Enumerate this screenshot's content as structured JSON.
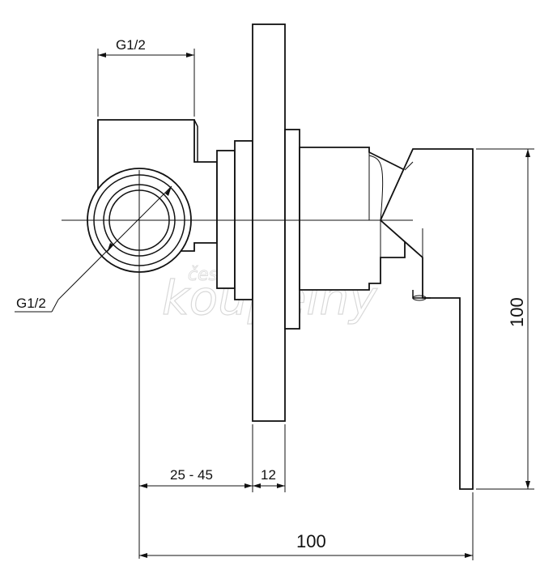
{
  "dimensions": {
    "top_inlet": "G1/2",
    "side_inlet": "G1/2",
    "wall_depth_range": "25 - 45",
    "plate_thickness": "12",
    "total_length": "100",
    "handle_height": "100"
  },
  "watermark": {
    "small": "české",
    "large": "koupelny"
  }
}
